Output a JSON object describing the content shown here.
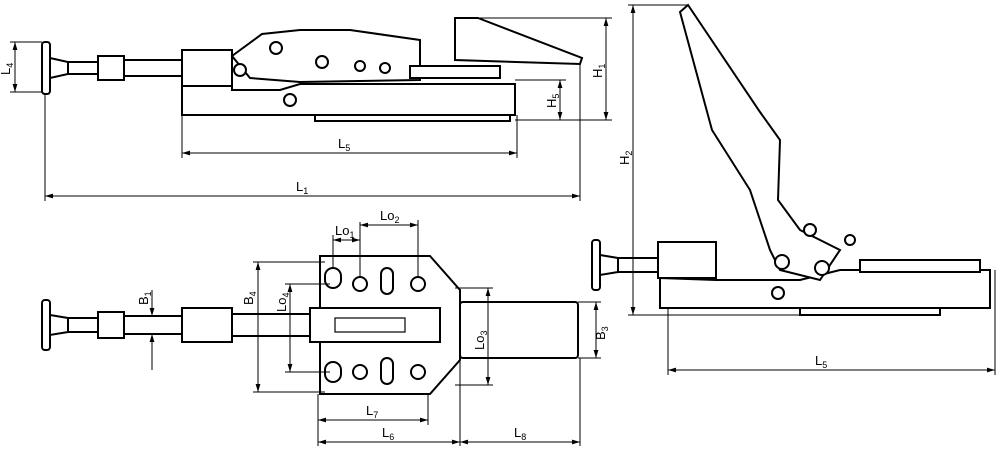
{
  "title": "Push-pull toggle clamp dimension drawing",
  "dimensions": {
    "L4": {
      "base": "L",
      "sub": "4"
    },
    "L5_top": {
      "base": "L",
      "sub": "5"
    },
    "L1": {
      "base": "L",
      "sub": "1"
    },
    "H1": {
      "base": "H",
      "sub": "1"
    },
    "H5": {
      "base": "H",
      "sub": "5"
    },
    "H2": {
      "base": "H",
      "sub": "2"
    },
    "L5_side": {
      "base": "L",
      "sub": "5"
    },
    "Lo1": {
      "base": "Lo",
      "sub": "1"
    },
    "Lo2": {
      "base": "Lo",
      "sub": "2"
    },
    "B1": {
      "base": "B",
      "sub": "1"
    },
    "B4": {
      "base": "B",
      "sub": "4"
    },
    "Lo4": {
      "base": "Lo",
      "sub": "4"
    },
    "Lo3": {
      "base": "Lo",
      "sub": "3"
    },
    "B3": {
      "base": "B",
      "sub": "3"
    },
    "L7": {
      "base": "L",
      "sub": "7"
    },
    "L6": {
      "base": "L",
      "sub": "6"
    },
    "L8": {
      "base": "L",
      "sub": "8"
    }
  }
}
